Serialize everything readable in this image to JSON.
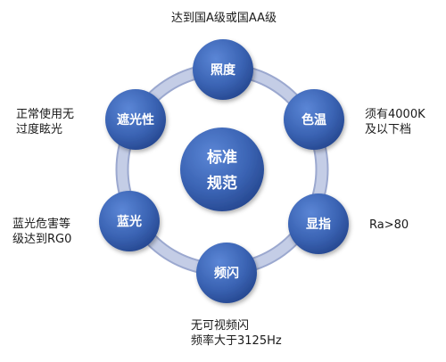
{
  "colors": {
    "ring": "#c4cde6",
    "ring_edge": "#9ba8cf",
    "node": "#3a63b3",
    "node_light": "#5b86d6",
    "node_dark": "#24458d",
    "text": "#1a1a1a"
  },
  "center": {
    "line1": "标准",
    "line2": "规范"
  },
  "nodes": {
    "illuminance": "照度",
    "color_temp": "色温",
    "cri": "显指",
    "flicker": "频闪",
    "blue_light": "蓝光",
    "glare": "遮光性"
  },
  "notes": {
    "illuminance": "达到国A级或国AA级",
    "color_temp": "须有4000K\n及以下档",
    "cri": "Ra>80",
    "flicker": "无可视频闪\n频率大于3125Hz",
    "blue_light": "蓝光危害等\n级达到RG0",
    "glare": "正常使用无\n过度眩光"
  }
}
